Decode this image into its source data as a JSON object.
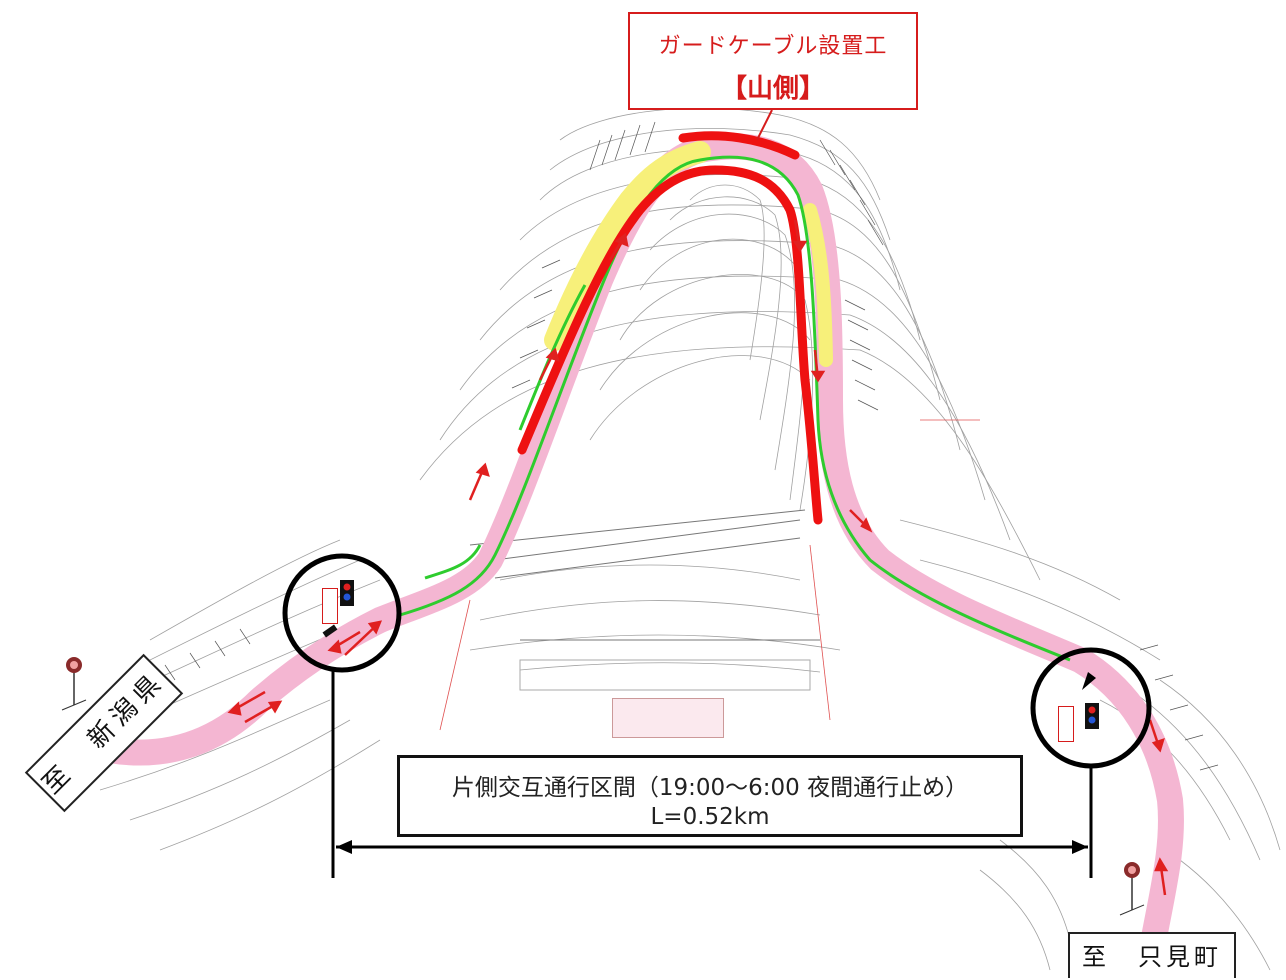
{
  "callout": {
    "line1": "ガードケーブル設置工",
    "line2": "【山側】",
    "color": "#d61c1c"
  },
  "section_box": {
    "line1": "片側交互通行区間（19:00～6:00 夜間通行止め）",
    "line2": "L=0.52km"
  },
  "destinations": {
    "left": "至　新潟県",
    "right": "至　只見町"
  },
  "colors": {
    "road_pink": "#f4b6d2",
    "guard_yellow": "#f7f07a",
    "green_line": "#2ecc2e",
    "red_cable": "#ee1111",
    "arrow_red": "#e02020",
    "contour": "#9a9a9a"
  },
  "icons": [
    "traffic-signal-icon",
    "warning-sign-icon",
    "direction-arrow-icon"
  ]
}
